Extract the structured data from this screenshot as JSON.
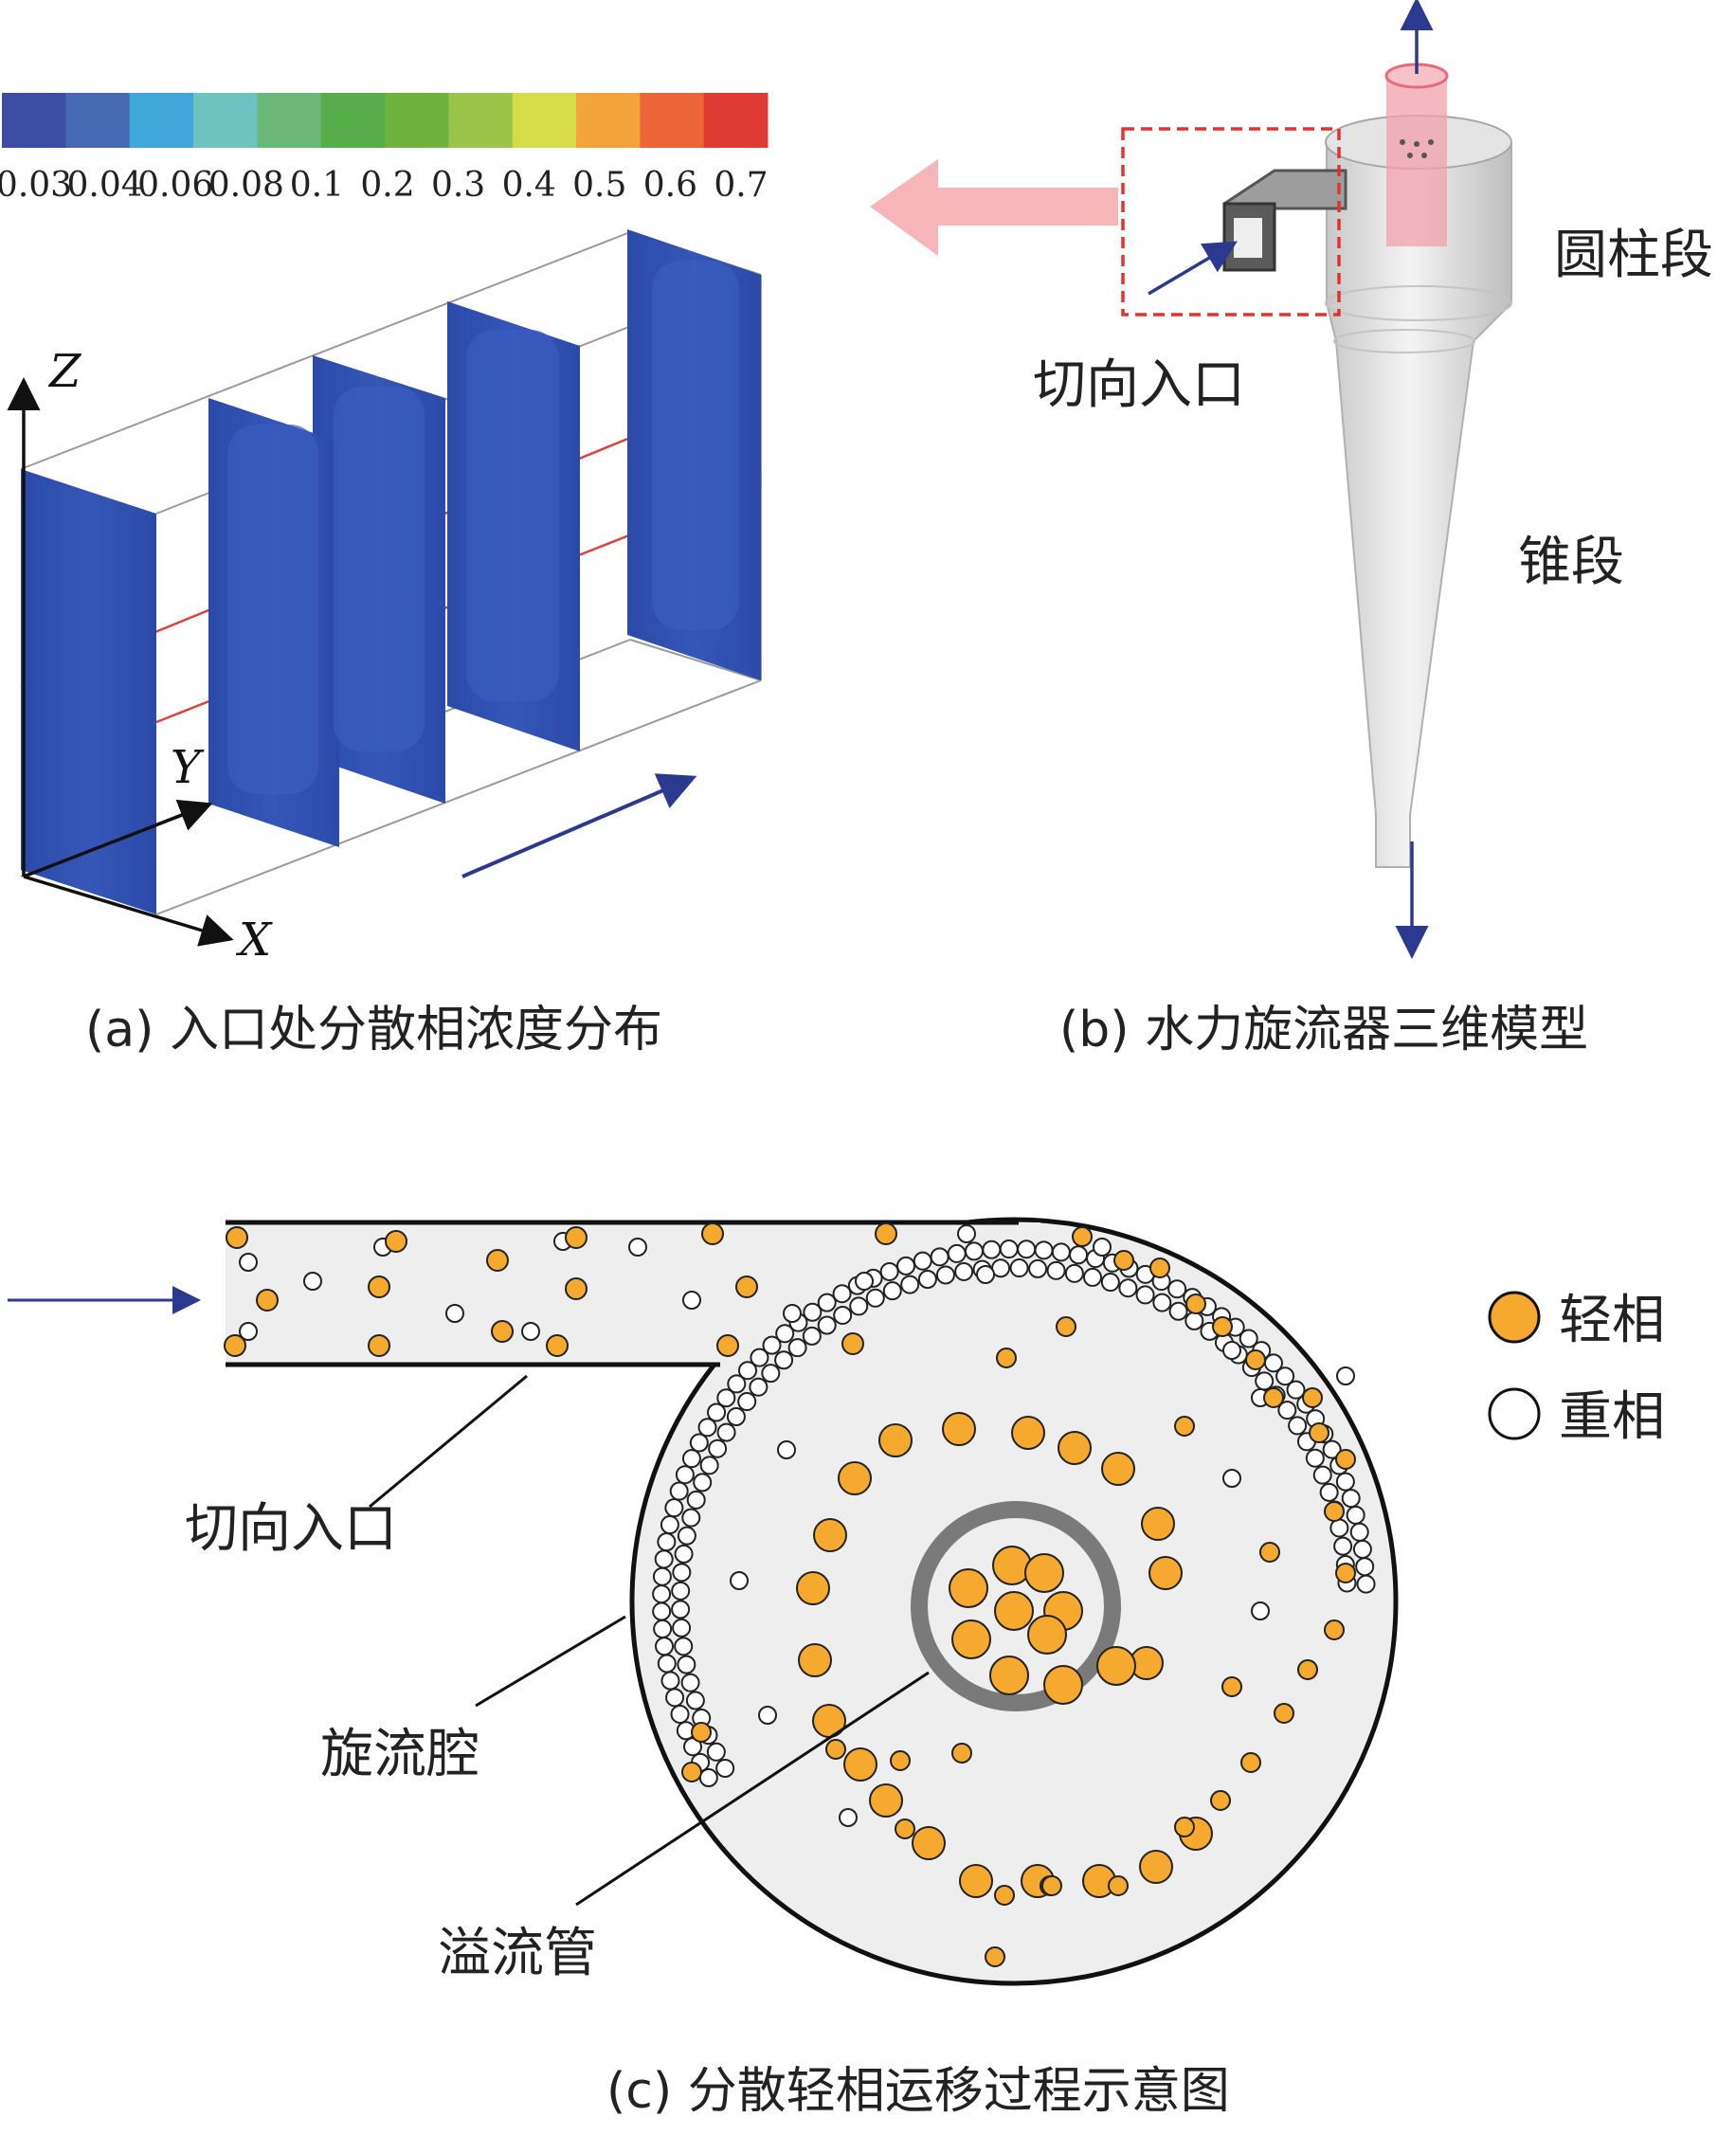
{
  "colorbar": {
    "colors": [
      "#3b4ea3",
      "#4569b3",
      "#3fa7d9",
      "#6ec3c1",
      "#6ab778",
      "#56ad4a",
      "#6db33e",
      "#99c448",
      "#d4dc47",
      "#f2a33a",
      "#ec6537",
      "#e03a35"
    ],
    "ticks": [
      "0.03",
      "0.04",
      "0.06",
      "0.08",
      "0.1",
      "0.2",
      "0.3",
      "0.4",
      "0.5",
      "0.6",
      "0.7"
    ]
  },
  "panel_a": {
    "axis_z": "Z",
    "axis_y": "Y",
    "axis_x": "X",
    "caption": "(a) 入口处分散相浓度分布"
  },
  "panel_b": {
    "label_cylinder": "圆柱段",
    "label_inlet": "切向入口",
    "label_cone": "锥段",
    "caption": "(b) 水力旋流器三维模型"
  },
  "panel_c": {
    "legend_light": "轻相",
    "legend_heavy": "重相",
    "label_inlet": "切向入口",
    "label_chamber": "旋流腔",
    "label_overflow": "溢流管",
    "caption": "(c) 分散轻相运移过程示意图"
  },
  "colors": {
    "slab_blue": "#2f4fb0",
    "arrow_blue": "#2b3a8f",
    "light_phase": "#f5a92e",
    "pink_arrow": "#f6b5b8",
    "dashed_box": "#e0322e"
  }
}
